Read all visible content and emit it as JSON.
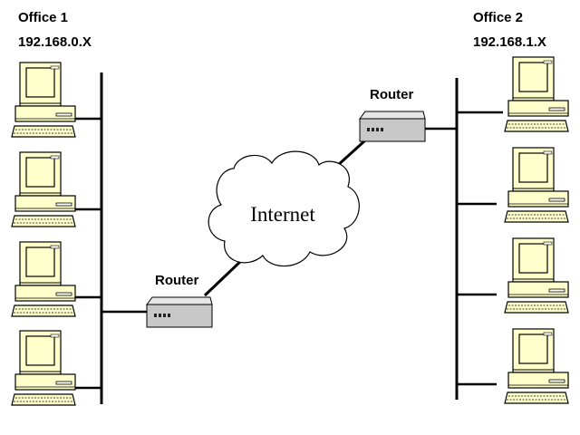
{
  "office1": {
    "name": "Office 1",
    "subnet": "192.168.0.X",
    "computers": 4
  },
  "office2": {
    "name": "Office 2",
    "subnet": "192.168.1.X",
    "computers": 4
  },
  "router_label_left": "Router",
  "router_label_right": "Router",
  "cloud_label": "Internet",
  "icons": {
    "computer": "desktop-computer-icon",
    "router": "router-icon",
    "cloud": "internet-cloud-icon"
  },
  "colors": {
    "monitor_fill": "#ffffcc",
    "router_fill": "#c8c8c8",
    "line": "#000000"
  }
}
